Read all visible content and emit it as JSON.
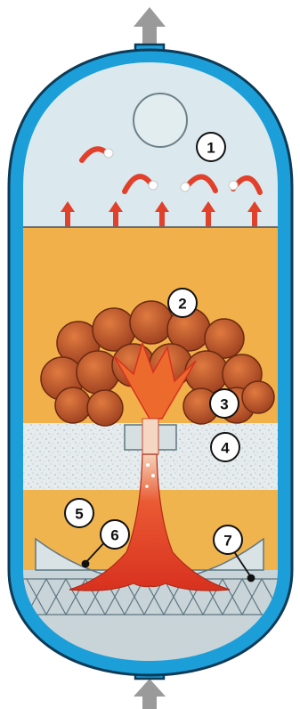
{
  "callouts": [
    {
      "id": "c1",
      "label": "1"
    },
    {
      "id": "c2",
      "label": "2"
    },
    {
      "id": "c3",
      "label": "3"
    },
    {
      "id": "c4",
      "label": "4"
    },
    {
      "id": "c5",
      "label": "5"
    },
    {
      "id": "c6",
      "label": "6"
    },
    {
      "id": "c7",
      "label": "7"
    }
  ],
  "arrows": {
    "outlet": "up-arrow-icon",
    "inlet": "up-arrow-icon"
  },
  "colors": {
    "vessel_blue": "#1c9fd8",
    "vessel_outline": "#0d3a57",
    "headspace": "#dbe9ee",
    "orange_zone": "#f2b04a",
    "red_plume": "#e1402a",
    "ball_brown": "#b8522e",
    "sieve_zone": "#e3e9ea",
    "grid_zone": "#c9d4d8",
    "arrow_gray": "#9a9a9a"
  }
}
